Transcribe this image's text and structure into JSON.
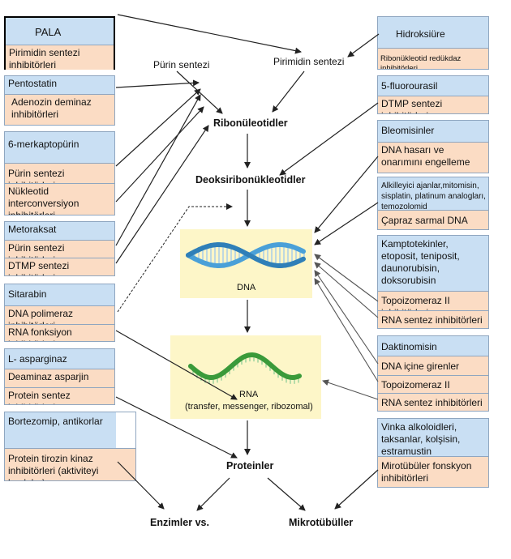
{
  "left_boxes": {
    "pala": {
      "title": "PALA",
      "rows": [
        "Pirimidin sentezi inhibitörleri"
      ]
    },
    "pentostatin": {
      "title": "Pentostatin",
      "rows": [
        "Adenozin deminaz inhibitörleri"
      ]
    },
    "merkaptopurin": {
      "title": "6-merkaptopürin",
      "rows": [
        "Pürin sentezi inhibitörleri",
        "Nükleotid interconversiyon inhibitörleri"
      ]
    },
    "metoraksat": {
      "title": "Metoraksat",
      "rows": [
        "Pürin sentezi inhibitörleri",
        "DTMP sentezi inhibitörleri"
      ]
    },
    "sitarabin": {
      "title": "Sitarabin",
      "rows": [
        "DNA polimeraz inhibitörleri",
        "RNA fonksiyon inhibitörleri"
      ]
    },
    "asparginaz": {
      "title": "L- asparginaz",
      "rows": [
        "Deaminaz asparjin",
        "Protein sentez inhibitörleri"
      ]
    },
    "bortezomib": {
      "title": "Bortezomip, antikorlar",
      "rows": [
        "Protein tirozin kinaz inhibitörleri (aktiviteyi baskılar)"
      ]
    }
  },
  "right_boxes": {
    "hidroksiure": {
      "title": "Hidroksiüre",
      "rows": [
        "Ribonükleotid redükdaz inhibitörleri"
      ]
    },
    "fluorourasil": {
      "title": "5-fluorourasil",
      "rows": [
        "DTMP sentezi inhibitörleri"
      ]
    },
    "bleomisinler": {
      "title": "Bleomisinler",
      "rows": [
        "DNA hasarı ve onarımını engelleme"
      ]
    },
    "alkilleyici": {
      "title": "Alkilleyici ajanlar,mitomisin, sisplatin, platinum analogları, temozolomid",
      "rows": [
        "Çapraz sarmal DNA"
      ]
    },
    "kamptotekinler": {
      "title": "Kamptotekinler, etoposit, teniposit, daunorubisin, doksorubisin",
      "rows": [
        "Topoizomeraz II inhibitörleri",
        "RNA sentez inhibitörleri"
      ]
    },
    "daktinomisin": {
      "title": "Daktinomisin",
      "rows": [
        "DNA içine girenler",
        "Topoizomeraz II inhibitörleri",
        "RNA sentez inhibitörleri"
      ]
    },
    "vinka": {
      "title": "Vinka alkoloidleri, taksanlar, kolşisin, estramustin",
      "rows": [
        "Mirotübüler fonskyon inhibitörleri"
      ]
    }
  },
  "center": {
    "purin_sentezi": "Pürin sentezi",
    "pirimidin_sentezi": "Pirimidin sentezi",
    "ribonukleotidler": "Ribonüleotidler",
    "deoksiribonukleotidler": "Deoksiribonükleotidler",
    "dna": "DNA",
    "rna": "RNA",
    "rna_sub": "(transfer, messenger, ribozomal)",
    "proteinler": "Proteinler",
    "enzimler": "Enzimler vs.",
    "mikrotubuller": "Mikrotübüller"
  },
  "colors": {
    "header": "#c9dff3",
    "body": "#fbdcc4",
    "panel": "#fdf6c8",
    "dna": "#4aa0d8",
    "rna": "#3a9a3a"
  }
}
